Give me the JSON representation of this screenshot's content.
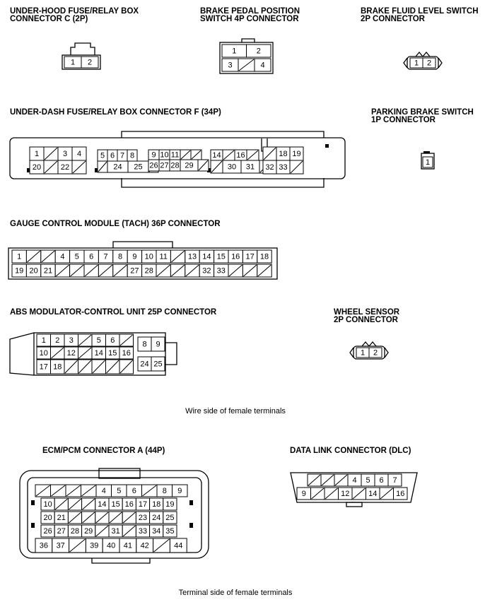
{
  "labels": {
    "uh_title_1": "UNDER-HOOD FUSE/RELAY BOX",
    "uh_title_2": "CONNECTOR C (2P)",
    "bpp_title_1": "BRAKE PEDAL POSITION",
    "bpp_title_2": "SWITCH 4P CONNECTOR",
    "bfl_title_1": "BRAKE FLUID LEVEL SWITCH",
    "bfl_title_2": "2P CONNECTOR",
    "ud_title": "UNDER-DASH FUSE/RELAY BOX CONNECTOR F (34P)",
    "pb_title_1": "PARKING BRAKE SWITCH",
    "pb_title_2": "1P CONNECTOR",
    "gcm_title": "GAUGE CONTROL MODULE (TACH) 36P CONNECTOR",
    "abs_title": "ABS MODULATOR-CONTROL UNIT 25P CONNECTOR",
    "ws_title_1": "WHEEL SENSOR",
    "ws_title_2": "2P CONNECTOR",
    "ecm_title": "ECM/PCM CONNECTOR A (44P)",
    "dlc_title": "DATA LINK CONNECTOR (DLC)",
    "wire_side_note": "Wire side of female terminals",
    "terminal_side_note": "Terminal side of female terminals"
  },
  "connectors": {
    "uh_c": [
      "1",
      "2"
    ],
    "bpp": {
      "row1": [
        "1",
        "2"
      ],
      "row2": [
        "3",
        "",
        "4"
      ]
    },
    "bfl": [
      "1",
      "2"
    ],
    "ud_f": {
      "g1_row1": [
        "1",
        "",
        "3",
        "4"
      ],
      "g1_row2": [
        "20",
        "",
        "22",
        ""
      ],
      "g2_row1": [
        "5",
        "6",
        "7",
        "8"
      ],
      "g2_row2": [
        "",
        "24",
        "25",
        ""
      ],
      "g3_row1": [
        "9",
        "10",
        "11",
        "",
        ""
      ],
      "g3_row2": [
        "26",
        "27",
        "28",
        "29",
        ""
      ],
      "g4_row1": [
        "14",
        "",
        "16",
        ""
      ],
      "g4_row2": [
        "",
        "30",
        "31",
        ""
      ],
      "g5_row1": [
        "",
        "18",
        "19"
      ],
      "g5_row2": [
        "32",
        "33",
        ""
      ]
    },
    "pb": [
      "1"
    ],
    "gcm": {
      "row1": [
        "1",
        "",
        "",
        "4",
        "5",
        "6",
        "7",
        "8",
        "9",
        "10",
        "11",
        "",
        "13",
        "14",
        "15",
        "16",
        "17",
        "18"
      ],
      "row2": [
        "19",
        "20",
        "21",
        "",
        "",
        "",
        "",
        "",
        "27",
        "28",
        "",
        "",
        "",
        "32",
        "33",
        "",
        "",
        ""
      ]
    },
    "abs": {
      "row1": [
        "1",
        "2",
        "3",
        "",
        "5",
        "6",
        ""
      ],
      "row2": [
        "10",
        "",
        "12",
        "",
        "14",
        "15",
        "16"
      ],
      "row3": [
        "17",
        "18",
        "",
        "",
        "",
        "",
        ""
      ],
      "right_top": [
        "8",
        "9"
      ],
      "right_bottom": [
        "24",
        "25"
      ]
    },
    "ws": [
      "1",
      "2"
    ],
    "ecm": {
      "row1": [
        "",
        "",
        "",
        "",
        "4",
        "5",
        "6",
        "",
        "8",
        "9"
      ],
      "row2": [
        "10",
        "",
        "",
        "",
        "14",
        "15",
        "16",
        "17",
        "18",
        "19"
      ],
      "row3": [
        "20",
        "21",
        "",
        "",
        "",
        "",
        "",
        "23",
        "24",
        "25"
      ],
      "row4": [
        "26",
        "27",
        "28",
        "29",
        "",
        "31",
        "",
        "33",
        "34",
        "35"
      ],
      "row5": [
        "36",
        "37",
        "",
        "39",
        "40",
        "41",
        "42",
        "",
        "44"
      ]
    },
    "dlc": {
      "row1": [
        "",
        "",
        "",
        "4",
        "5",
        "6",
        "7"
      ],
      "row2": [
        "9",
        "",
        "",
        "12",
        "",
        "14",
        "",
        "16"
      ]
    }
  }
}
